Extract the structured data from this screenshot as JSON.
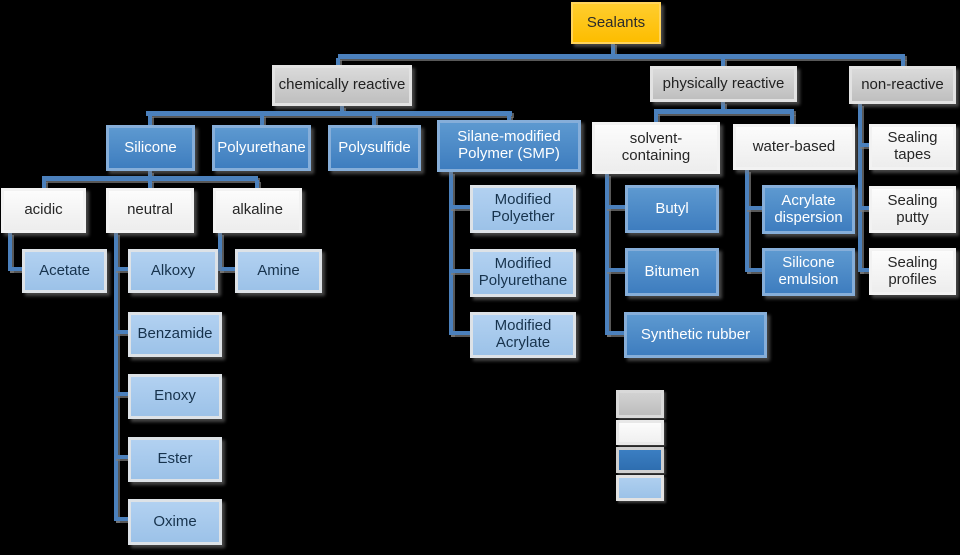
{
  "diagram_title": "Sealants",
  "colors": {
    "background": "#000000",
    "root_fill": "#FFC000",
    "category_fill": "#C9C9C9",
    "subcategory_fill": "#F2F2F2",
    "product_fill": "#4788C7",
    "variant_fill": "#A6C9EC",
    "connector": "#4B80BC"
  },
  "nodes": {
    "sealants": {
      "label": "Sealants"
    },
    "chemically_reactive": {
      "label": "chemically reactive"
    },
    "physically_reactive": {
      "label": "physically reactive"
    },
    "non_reactive": {
      "label": "non-reactive"
    },
    "silicone": {
      "label": "Silicone"
    },
    "polyurethane": {
      "label": "Polyurethane"
    },
    "polysulfide": {
      "label": "Polysulfide"
    },
    "smp": {
      "label": "Silane-modified Polymer (SMP)"
    },
    "acidic": {
      "label": "acidic"
    },
    "neutral": {
      "label": "neutral"
    },
    "alkaline": {
      "label": "alkaline"
    },
    "acetate": {
      "label": "Acetate"
    },
    "alkoxy": {
      "label": "Alkoxy"
    },
    "benzamide": {
      "label": "Benzamide"
    },
    "enoxy": {
      "label": "Enoxy"
    },
    "ester": {
      "label": "Ester"
    },
    "oxime": {
      "label": "Oxime"
    },
    "amine": {
      "label": "Amine"
    },
    "modified_polyether": {
      "label": "Modified Polyether"
    },
    "modified_polyurethane": {
      "label": "Modified Polyurethane"
    },
    "modified_acrylate": {
      "label": "Modified Acrylate"
    },
    "solvent_containing": {
      "label": "solvent-containing"
    },
    "water_based": {
      "label": "water-based"
    },
    "butyl": {
      "label": "Butyl"
    },
    "bitumen": {
      "label": "Bitumen"
    },
    "synthetic_rubber": {
      "label": "Synthetic rubber"
    },
    "acrylate_dispersion": {
      "label": "Acrylate dispersion"
    },
    "silicone_emulsion": {
      "label": "Silicone emulsion"
    },
    "sealing_tapes": {
      "label": "Sealing tapes"
    },
    "sealing_putty": {
      "label": "Sealing putty"
    },
    "sealing_profiles": {
      "label": "Sealing profiles"
    }
  },
  "legend": {
    "swatches": [
      {
        "name": "category-gray",
        "color": "#C9C9C9"
      },
      {
        "name": "subcategory-white",
        "color": "#F2F2F2"
      },
      {
        "name": "product-blue",
        "color": "#2E75B6"
      },
      {
        "name": "variant-light-blue",
        "color": "#9DC3E6"
      }
    ]
  }
}
